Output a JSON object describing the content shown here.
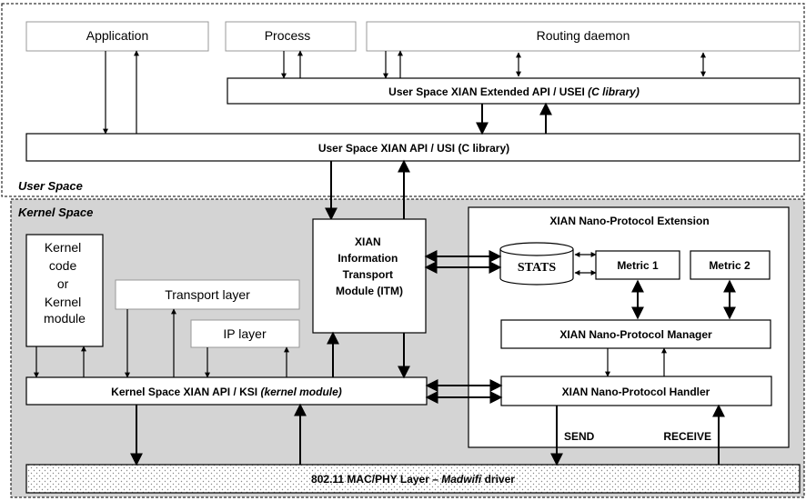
{
  "regions": {
    "user_space": "User Space",
    "kernel_space": "Kernel Space",
    "extension_title": "XIAN Nano-Protocol Extension"
  },
  "user_apps": {
    "application": "Application",
    "process": "Process",
    "routing_daemon": "Routing daemon"
  },
  "apis": {
    "usei_main": "User Space XIAN Extended API / USEI ",
    "usei_italic": "(C library)",
    "usi": "User Space XIAN API / USI (C library)",
    "ksi_main": "Kernel Space XIAN API / KSI ",
    "ksi_italic": "(kernel module)"
  },
  "kernel": {
    "kernel_code_lines": [
      "Kernel",
      "code",
      "or",
      "Kernel",
      "module"
    ],
    "transport_layer": "Transport layer",
    "ip_layer": "IP layer",
    "itm_lines": [
      "XIAN",
      "Information",
      "Transport",
      "Module (ITM)"
    ]
  },
  "extension": {
    "stats": "STATS",
    "metric1": "Metric 1",
    "metric2": "Metric 2",
    "manager": "XIAN Nano-Protocol Manager",
    "handler": "XIAN Nano-Protocol Handler",
    "send": "SEND",
    "receive": "RECEIVE"
  },
  "mac_phy": {
    "prefix": "802.11 MAC/PHY Layer – ",
    "driver": "Madwifi",
    "suffix": " driver"
  }
}
